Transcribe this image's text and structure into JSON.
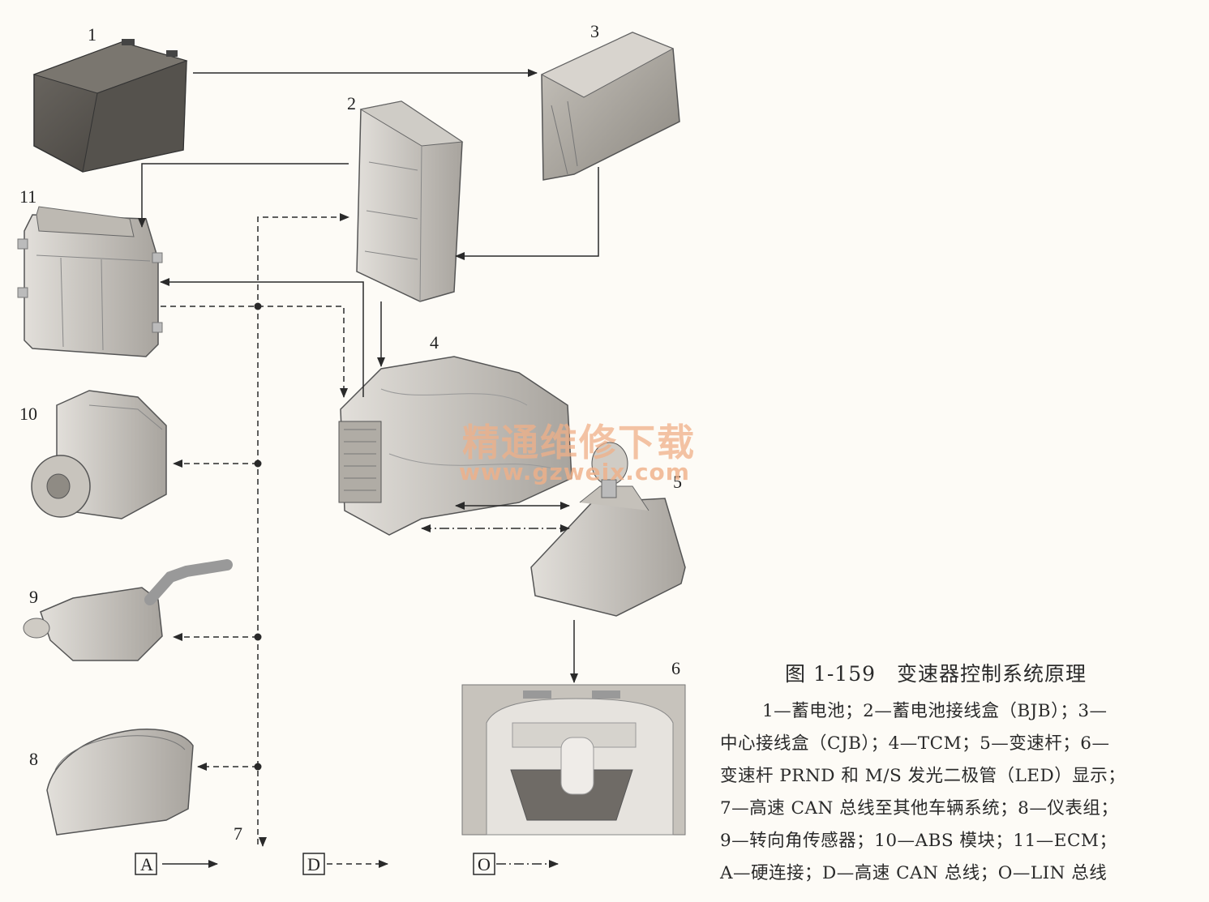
{
  "labels": {
    "n1": "1",
    "n2": "2",
    "n3": "3",
    "n4": "4",
    "n5": "5",
    "n6": "6",
    "n7": "7",
    "n8": "8",
    "n9": "9",
    "n10": "10",
    "n11": "11"
  },
  "legend_keys": {
    "a": "A",
    "d": "D",
    "o": "O"
  },
  "watermark": {
    "line1": "精通维修下载",
    "line2": "www.gzweix.com"
  },
  "caption": {
    "figure_no": "图 1-159",
    "title": "变速器控制系统原理",
    "lines": [
      "1—蓄电池；2—蓄电池接线盒（BJB）；3—",
      "中心接线盒（CJB）；4—TCM；5—变速杆；6—",
      "变速杆 PRND 和 M/S 发光二极管（LED）显示；",
      "7—高速 CAN 总线至其他车辆系统；8—仪表组；",
      "9—转向角传感器；10—ABS 模块；11—ECM；",
      "A—硬连接；D—高速 CAN 总线；O—LIN 总线"
    ]
  },
  "colors": {
    "ink": "#2a2a2a",
    "component": "#8e8a84",
    "watermark": "#f0b088"
  }
}
